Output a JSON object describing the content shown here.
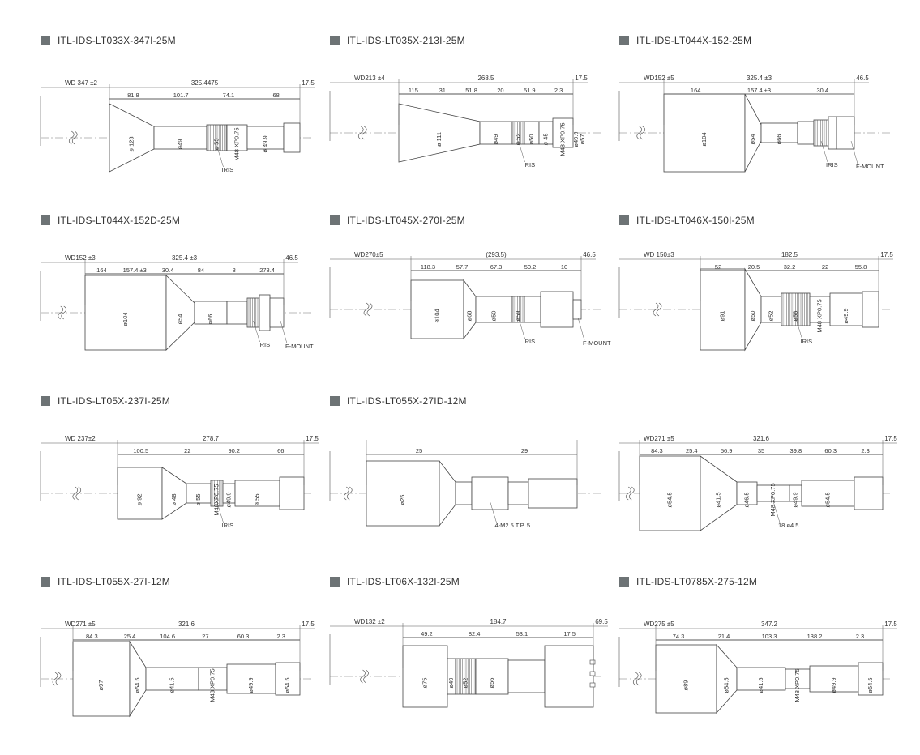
{
  "drawings": [
    {
      "title": "ITL-IDS-LT033X-347I-25M",
      "wd": "WD 347 ±2",
      "total": "325.4475",
      "tail": "17.5",
      "segs": [
        "81.8",
        "101.7",
        "74.1",
        "68"
      ],
      "dias": [
        "ø 123",
        "ø49",
        "ø 55",
        "M48 XP0.75",
        "ø 49.9"
      ],
      "notes": [
        "IRIS"
      ]
    },
    {
      "title": "ITL-IDS-LT035X-213I-25M",
      "wd": "WD213 ±4",
      "total": "268.5",
      "tail": "17.5",
      "segs": [
        "115",
        "31",
        "51.8",
        "20",
        "51.9",
        "2.3"
      ],
      "dias": [
        "ø 111",
        "ø49",
        "ø 52",
        "ø50",
        "ø 45",
        "M48 XP0.75",
        "ø49.9",
        "ø57"
      ],
      "notes": [
        "IRIS"
      ]
    },
    {
      "title": "ITL-IDS-LT044X-152-25M",
      "wd": "WD152 ±5",
      "total": "325.4 ±3",
      "tail": "46.5",
      "segs": [
        "164",
        "157.4 ±3",
        "30.4"
      ],
      "dias": [
        "ø104",
        "ø54",
        "ø66"
      ],
      "notes": [
        "IRIS",
        "F-MOUNT"
      ]
    },
    {
      "title": "ITL-IDS-LT044X-152D-25M",
      "wd": "WD152 ±3",
      "total": "325.4 ±3",
      "tail": "46.5",
      "segs": [
        "164",
        "157.4 ±3",
        "30.4",
        "84",
        "8",
        "278.4"
      ],
      "dias": [
        "ø104",
        "ø54",
        "ø66"
      ],
      "notes": [
        "IRIS",
        "F-MOUNT"
      ]
    },
    {
      "title": "ITL-IDS-LT045X-270I-25M",
      "wd": "WD270±5",
      "total": "(293.5)",
      "tail": "46.5",
      "segs": [
        "118.3",
        "57.7",
        "67.3",
        "50.2",
        "10"
      ],
      "dias": [
        "ø104",
        "ø68",
        "ø50",
        "ø59"
      ],
      "notes": [
        "IRIS",
        "F-MOUNT"
      ]
    },
    {
      "title": "ITL-IDS-LT046X-150I-25M",
      "wd": "WD 150±3",
      "total": "182.5",
      "tail": "17.5",
      "segs": [
        "52",
        "20.5",
        "32.2",
        "22",
        "55.8"
      ],
      "dias": [
        "ø91",
        "ø50",
        "ø52",
        "ø58",
        "M48 XP0.75",
        "ø49.9"
      ],
      "notes": [
        "IRIS"
      ]
    },
    {
      "title": "ITL-IDS-LT05X-237I-25M",
      "wd": "WD 237±2",
      "total": "278.7",
      "tail": "17.5",
      "segs": [
        "100.5",
        "22",
        "90.2",
        "66"
      ],
      "dias": [
        "ø 92",
        "ø 48",
        "ø 55",
        "M48XP0.75",
        "ø49.9",
        "ø 55"
      ],
      "notes": [
        "IRIS"
      ]
    },
    {
      "title": "ITL-IDS-LT055X-27ID-12M",
      "wd": "",
      "total": "",
      "tail": "",
      "segs": [
        "25",
        "29"
      ],
      "dias": [
        "ø25"
      ],
      "notes": [
        "4-M2.5 T.P. 5"
      ]
    },
    {
      "title": "",
      "wd": "WD271 ±5",
      "total": "321.6",
      "tail": "17.5",
      "segs": [
        "84.3",
        "25.4",
        "56.9",
        "35",
        "39.8",
        "60.3",
        "2.3"
      ],
      "dias": [
        "ø54.5",
        "ø41.5",
        "ø46.5",
        "M48 XP0.75",
        "ø49.9",
        "ø54.5"
      ],
      "notes": [
        "18 ø4.5"
      ]
    },
    {
      "title": "ITL-IDS-LT055X-27I-12M",
      "wd": "WD271 ±5",
      "total": "321.6",
      "tail": "17.5",
      "segs": [
        "84.3",
        "25.4",
        "104.6",
        "27",
        "60.3",
        "2.3"
      ],
      "dias": [
        "ø97",
        "ø54.5",
        "ø41.5",
        "M48 XP0.75",
        "ø49.9",
        "ø54.5"
      ],
      "notes": []
    },
    {
      "title": "ITL-IDS-LT06X-132I-25M",
      "wd": "WD132 ±2",
      "total": "184.7",
      "tail": "69.5",
      "segs": [
        "49.2",
        "82.4",
        "53.1",
        "17.5"
      ],
      "dias": [
        "ø75",
        "ø49",
        "ø52",
        "ø56"
      ],
      "notes": []
    },
    {
      "title": "ITL-IDS-LT0785X-275-12M",
      "wd": "WD275 ±5",
      "total": "347.2",
      "tail": "17.5",
      "segs": [
        "74.3",
        "21.4",
        "103.3",
        "138.2",
        "2.3"
      ],
      "dias": [
        "ø89",
        "ø54.5",
        "ø41.5",
        "M48 XP0.75",
        "ø49.9",
        "ø54.5"
      ],
      "notes": []
    }
  ]
}
